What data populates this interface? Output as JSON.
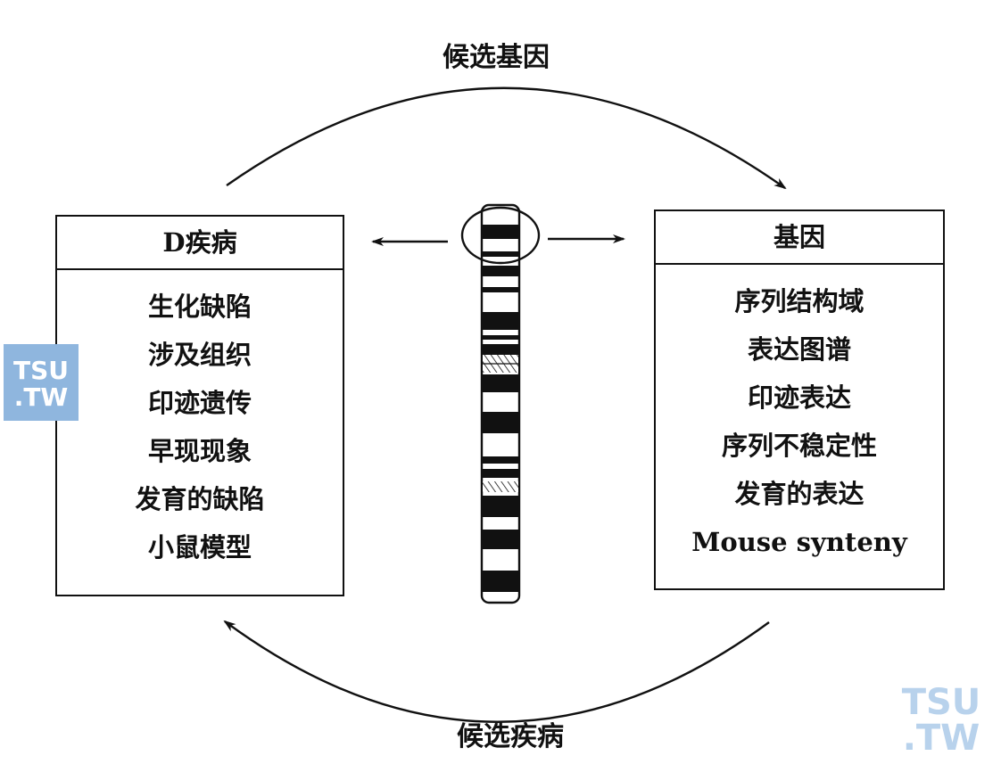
{
  "captions": {
    "top": "候选基因",
    "bottom": "候选疾病"
  },
  "disease_box": {
    "title": "D疾病",
    "items": [
      "生化缺陷",
      "涉及组织",
      "印迹遗传",
      "早现现象",
      "发育的缺陷",
      "小鼠模型"
    ]
  },
  "gene_box": {
    "title": "基因",
    "items": [
      "序列结构域",
      "表达图谱",
      "印迹表达",
      "序列不稳定性",
      "发育的表达",
      "Mouse synteny"
    ]
  },
  "watermarks": {
    "left": {
      "line1": "TSU",
      "line2": ".TW"
    },
    "right": {
      "line1": "TSU",
      "line2": ".TW"
    }
  },
  "colors": {
    "ink": "#111111",
    "watermark_fill": "#8fb6de",
    "watermark_text": "#b8d2ec"
  }
}
